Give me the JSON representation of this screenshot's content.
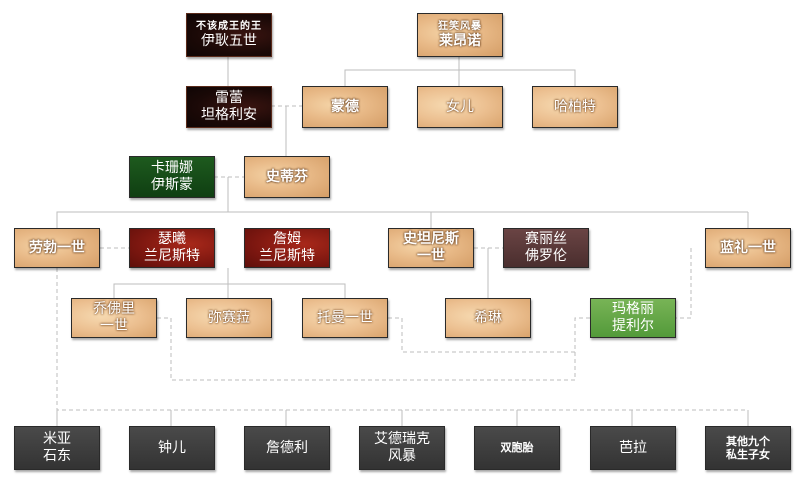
{
  "nodes": {
    "aegon5": {
      "line1": "不该成王的王",
      "line2": "伊耿五世"
    },
    "lyonel": {
      "line1": "狂笑风暴",
      "line2": "莱昂诺"
    },
    "rhaelle": {
      "line1": "雷蕾",
      "line2": "坦格利安"
    },
    "ormund": {
      "line1": "蒙德"
    },
    "daughter": {
      "line1": "女儿"
    },
    "hubert": {
      "line1": "哈柏特"
    },
    "cassana": {
      "line1": "卡珊娜",
      "line2": "伊斯蒙"
    },
    "steffon": {
      "line1": "史蒂芬"
    },
    "robert": {
      "line1": "劳勃一世"
    },
    "cersei": {
      "line1": "瑟曦",
      "line2": "兰尼斯特"
    },
    "jaime": {
      "line1": "詹姆",
      "line2": "兰尼斯特"
    },
    "stannis": {
      "line1": "史坦尼斯",
      "line2": "一世"
    },
    "selyse": {
      "line1": "赛丽丝",
      "line2": "佛罗伦"
    },
    "renly": {
      "line1": "蓝礼一世"
    },
    "joffrey": {
      "line1": "乔佛里",
      "line2": "一世"
    },
    "myrcella": {
      "line1": "弥赛菈"
    },
    "tommen": {
      "line1": "托曼一世"
    },
    "shireen": {
      "line1": "希琳"
    },
    "margaery": {
      "line1": "玛格丽",
      "line2": "提利尔"
    },
    "mya": {
      "line1": "米亚",
      "line2": "石东"
    },
    "bella": {
      "line1": "钟儿"
    },
    "gendry": {
      "line1": "詹德利"
    },
    "edric": {
      "line1": "艾德瑞克",
      "line2": "风暴"
    },
    "twins": {
      "line1": "双胞胎"
    },
    "barra": {
      "line1": "芭拉"
    },
    "others": {
      "line1": "其他九个",
      "line2": "私生子女"
    }
  }
}
